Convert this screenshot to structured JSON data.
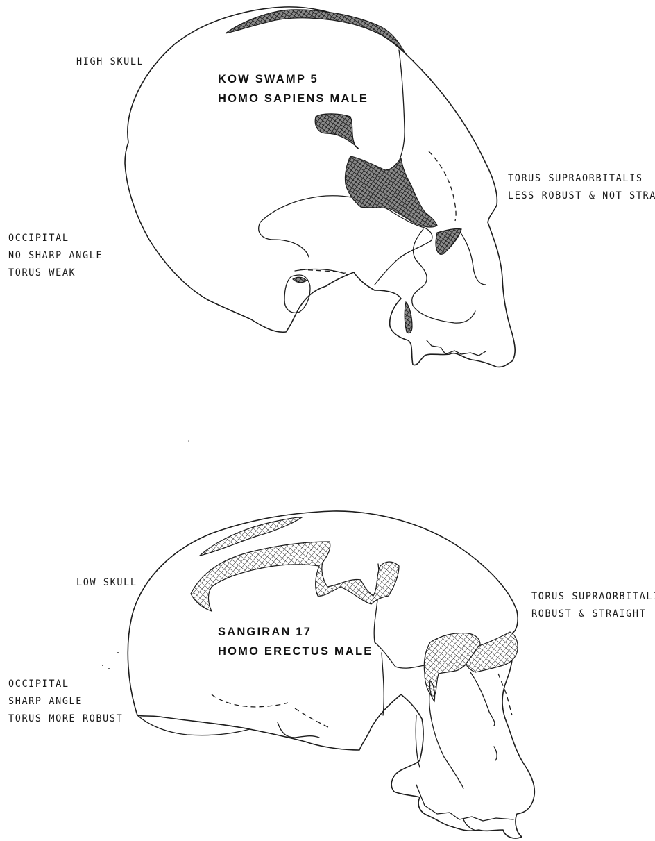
{
  "skull_top": {
    "title_line1": "KOW SWAMP 5",
    "title_line2": "HOMO SAPIENS MALE",
    "label_vault": "HIGH SKULL",
    "label_torus": [
      "TORUS SUPRAORBITALIS",
      "LESS ROBUST & NOT STRAIGHT"
    ],
    "label_occipital": [
      "OCCIPITAL",
      "NO SHARP ANGLE",
      "TORUS WEAK"
    ]
  },
  "skull_bottom": {
    "title_line1": "SANGIRAN 17",
    "title_line2": "HOMO ERECTUS MALE",
    "label_vault": "LOW SKULL",
    "label_torus": [
      "TORUS SUPRAORBITALIS",
      "ROBUST & STRAIGHT"
    ],
    "label_occipital": [
      "OCCIPITAL",
      "SHARP ANGLE",
      "TORUS MORE ROBUST"
    ]
  },
  "colors": {
    "ink": "#1c1c1c",
    "paper": "#ffffff"
  }
}
